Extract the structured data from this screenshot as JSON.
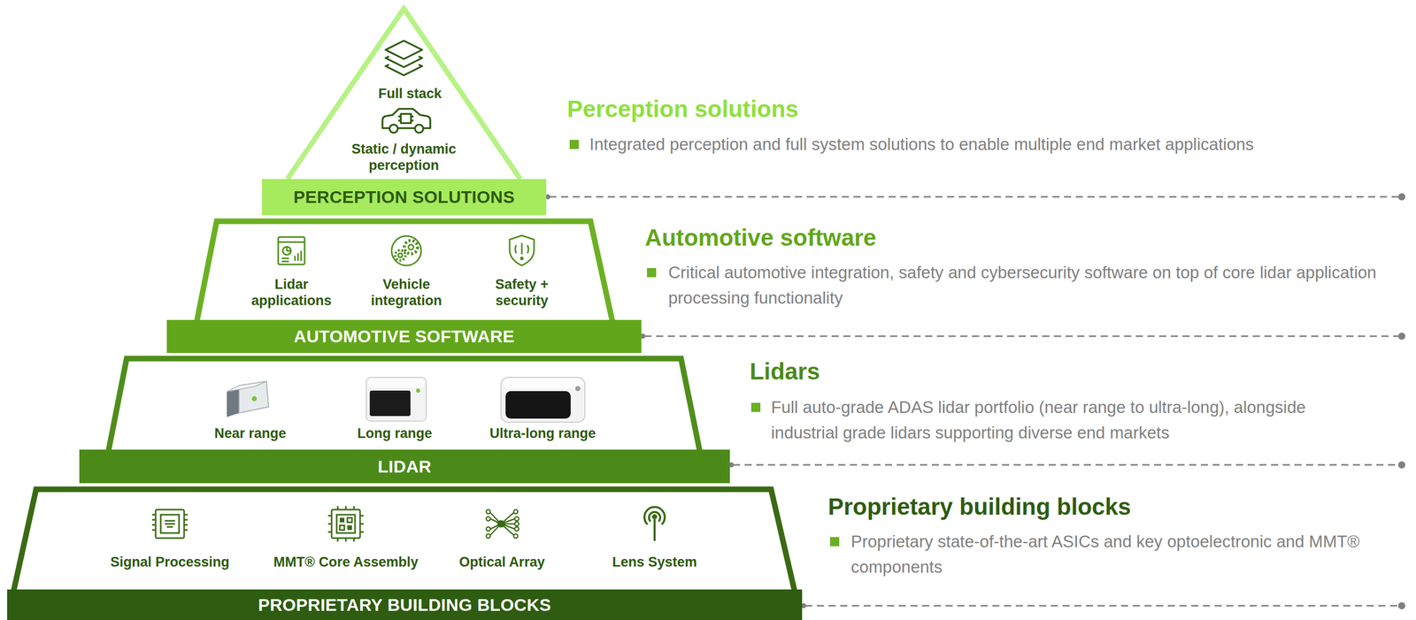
{
  "diagram": {
    "nodes": [
      {
        "text": [
          "Full stack",
          "Static / dynamic perception"
        ]
      },
      {
        "text": [
          "PERCEPTION SOLUTIONS"
        ]
      },
      {
        "text": [
          "Lidar applications",
          "Vehicle integration",
          "Safety + security"
        ]
      },
      {
        "text": [
          "AUTOMOTIVE SOFTWARE"
        ]
      },
      {
        "text": [
          "Near range",
          "Long range",
          "Ultra-long range"
        ]
      },
      {
        "text": [
          "LIDAR"
        ]
      },
      {
        "text": [
          "Signal Processing",
          "MMT® Core Assembly",
          "Optical Array",
          "Lens System"
        ]
      },
      {
        "text": [
          "PROPRIETARY BUILDING BLOCKS"
        ]
      }
    ],
    "labels": [
      "Perception solutions",
      "Integrated perception and full system solutions to enable multiple end market applications",
      "Automotive software",
      "Critical automotive integration, safety and cybersecurity software on top of core lidar application processing functionality",
      "Lidars",
      "Full auto-grade ADAS lidar portfolio (near range to ultra-long), alongside industrial grade lidars supporting diverse end markets",
      "Proprietary building blocks",
      "Proprietary state-of-the-art ASICs and key optoelectronic and MMT® components"
    ]
  }
}
